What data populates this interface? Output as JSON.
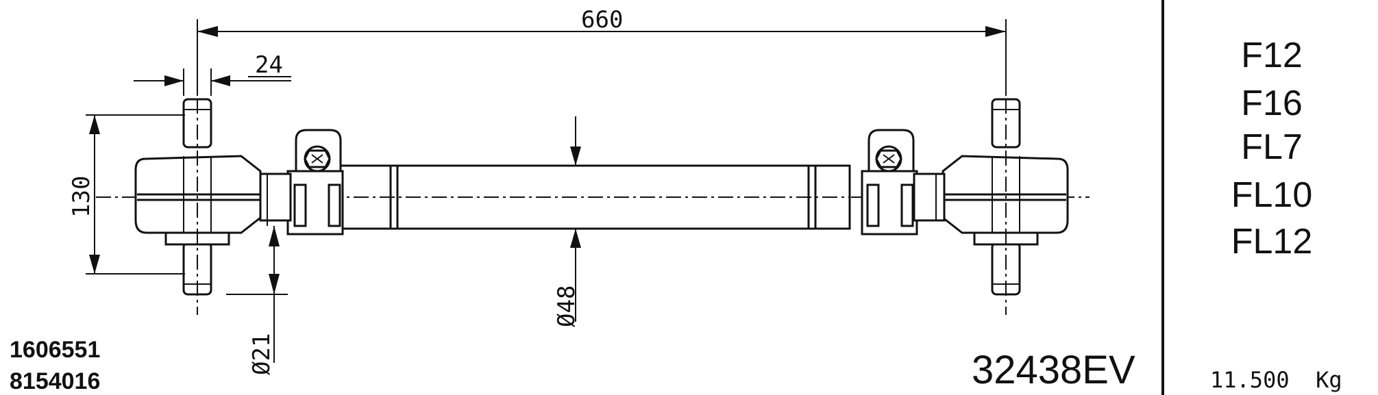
{
  "dimensions": {
    "overall_length": "660",
    "stud_width": "24",
    "eye_height": "130",
    "stud_diameter": "Ø21",
    "tube_diameter": "Ø48"
  },
  "part_numbers": [
    "1606551",
    "8154016"
  ],
  "product_code": "32438EV",
  "models": [
    "F12",
    "F16",
    "FL7",
    "FL10",
    "FL12"
  ],
  "weight": "11.500  Kg"
}
